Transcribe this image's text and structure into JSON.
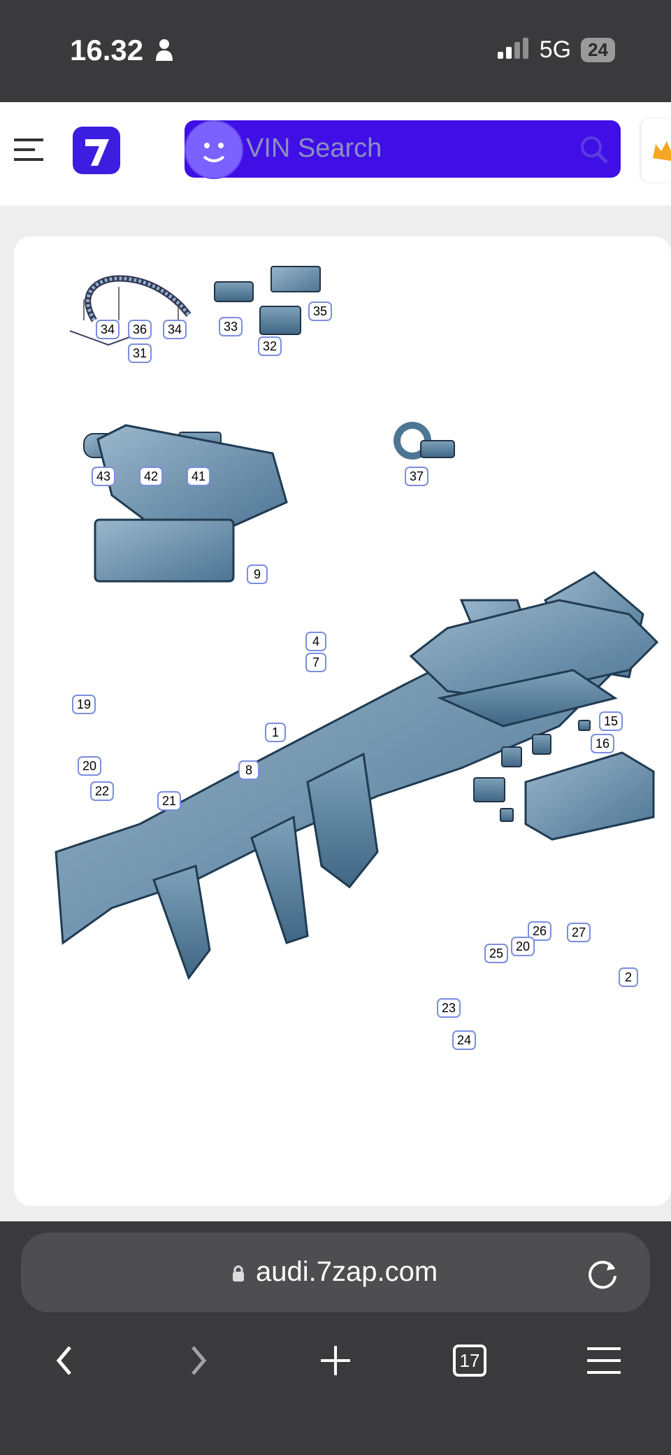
{
  "status": {
    "time": "16.32",
    "network": "5G",
    "battery": "24"
  },
  "header": {
    "search_placeholder": "VIN Search"
  },
  "diagram": {
    "callouts": [
      "34",
      "36",
      "34",
      "31",
      "33",
      "32",
      "35",
      "43",
      "42",
      "41",
      "37",
      "9",
      "4",
      "7",
      "19",
      "1",
      "8",
      "20",
      "22",
      "21",
      "15",
      "16",
      "26",
      "27",
      "25",
      "20",
      "2",
      "23",
      "24"
    ]
  },
  "browser": {
    "url": "audi.7zap.com",
    "tabs_count": "17"
  },
  "icons": {
    "menu": "hamburger-icon",
    "logo": "7zap-logo-icon",
    "search": "search-icon",
    "lock": "lock-icon",
    "reload": "reload-icon",
    "back": "chevron-left-icon",
    "forward": "chevron-right-icon",
    "new_tab": "plus-icon",
    "tabs": "tabs-icon",
    "more": "menu-icon"
  },
  "colors": {
    "brand": "#3b1ee0",
    "search_bg": "#3f0fe6",
    "part_fill": "#5f87a4",
    "callout_border": "#7b8ee0"
  }
}
